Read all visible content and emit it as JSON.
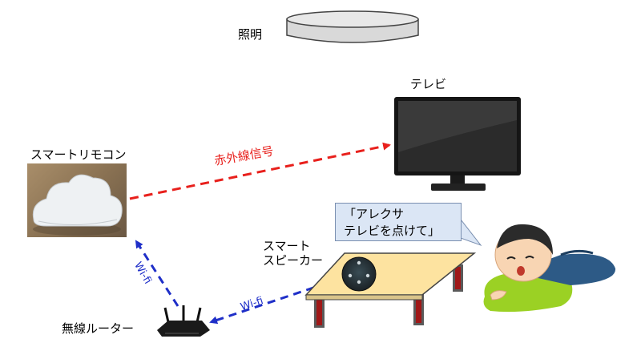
{
  "labels": {
    "light": "照明",
    "tv": "テレビ",
    "remote": "スマートリモコン",
    "infrared": "赤外線信号",
    "speaker": "スマート\nスピーカー",
    "router": "無線ルーター",
    "wifi1": "Wi-fi",
    "wifi2": "Wi-fi"
  },
  "speech_bubble": "「アレクサ\nテレビを点けて」",
  "colors": {
    "infrared_arrow": "#e8201c",
    "wifi_arrow": "#1f2fc8",
    "table_top": "#fde3a0",
    "speech_fill": "#dbe6f5"
  }
}
